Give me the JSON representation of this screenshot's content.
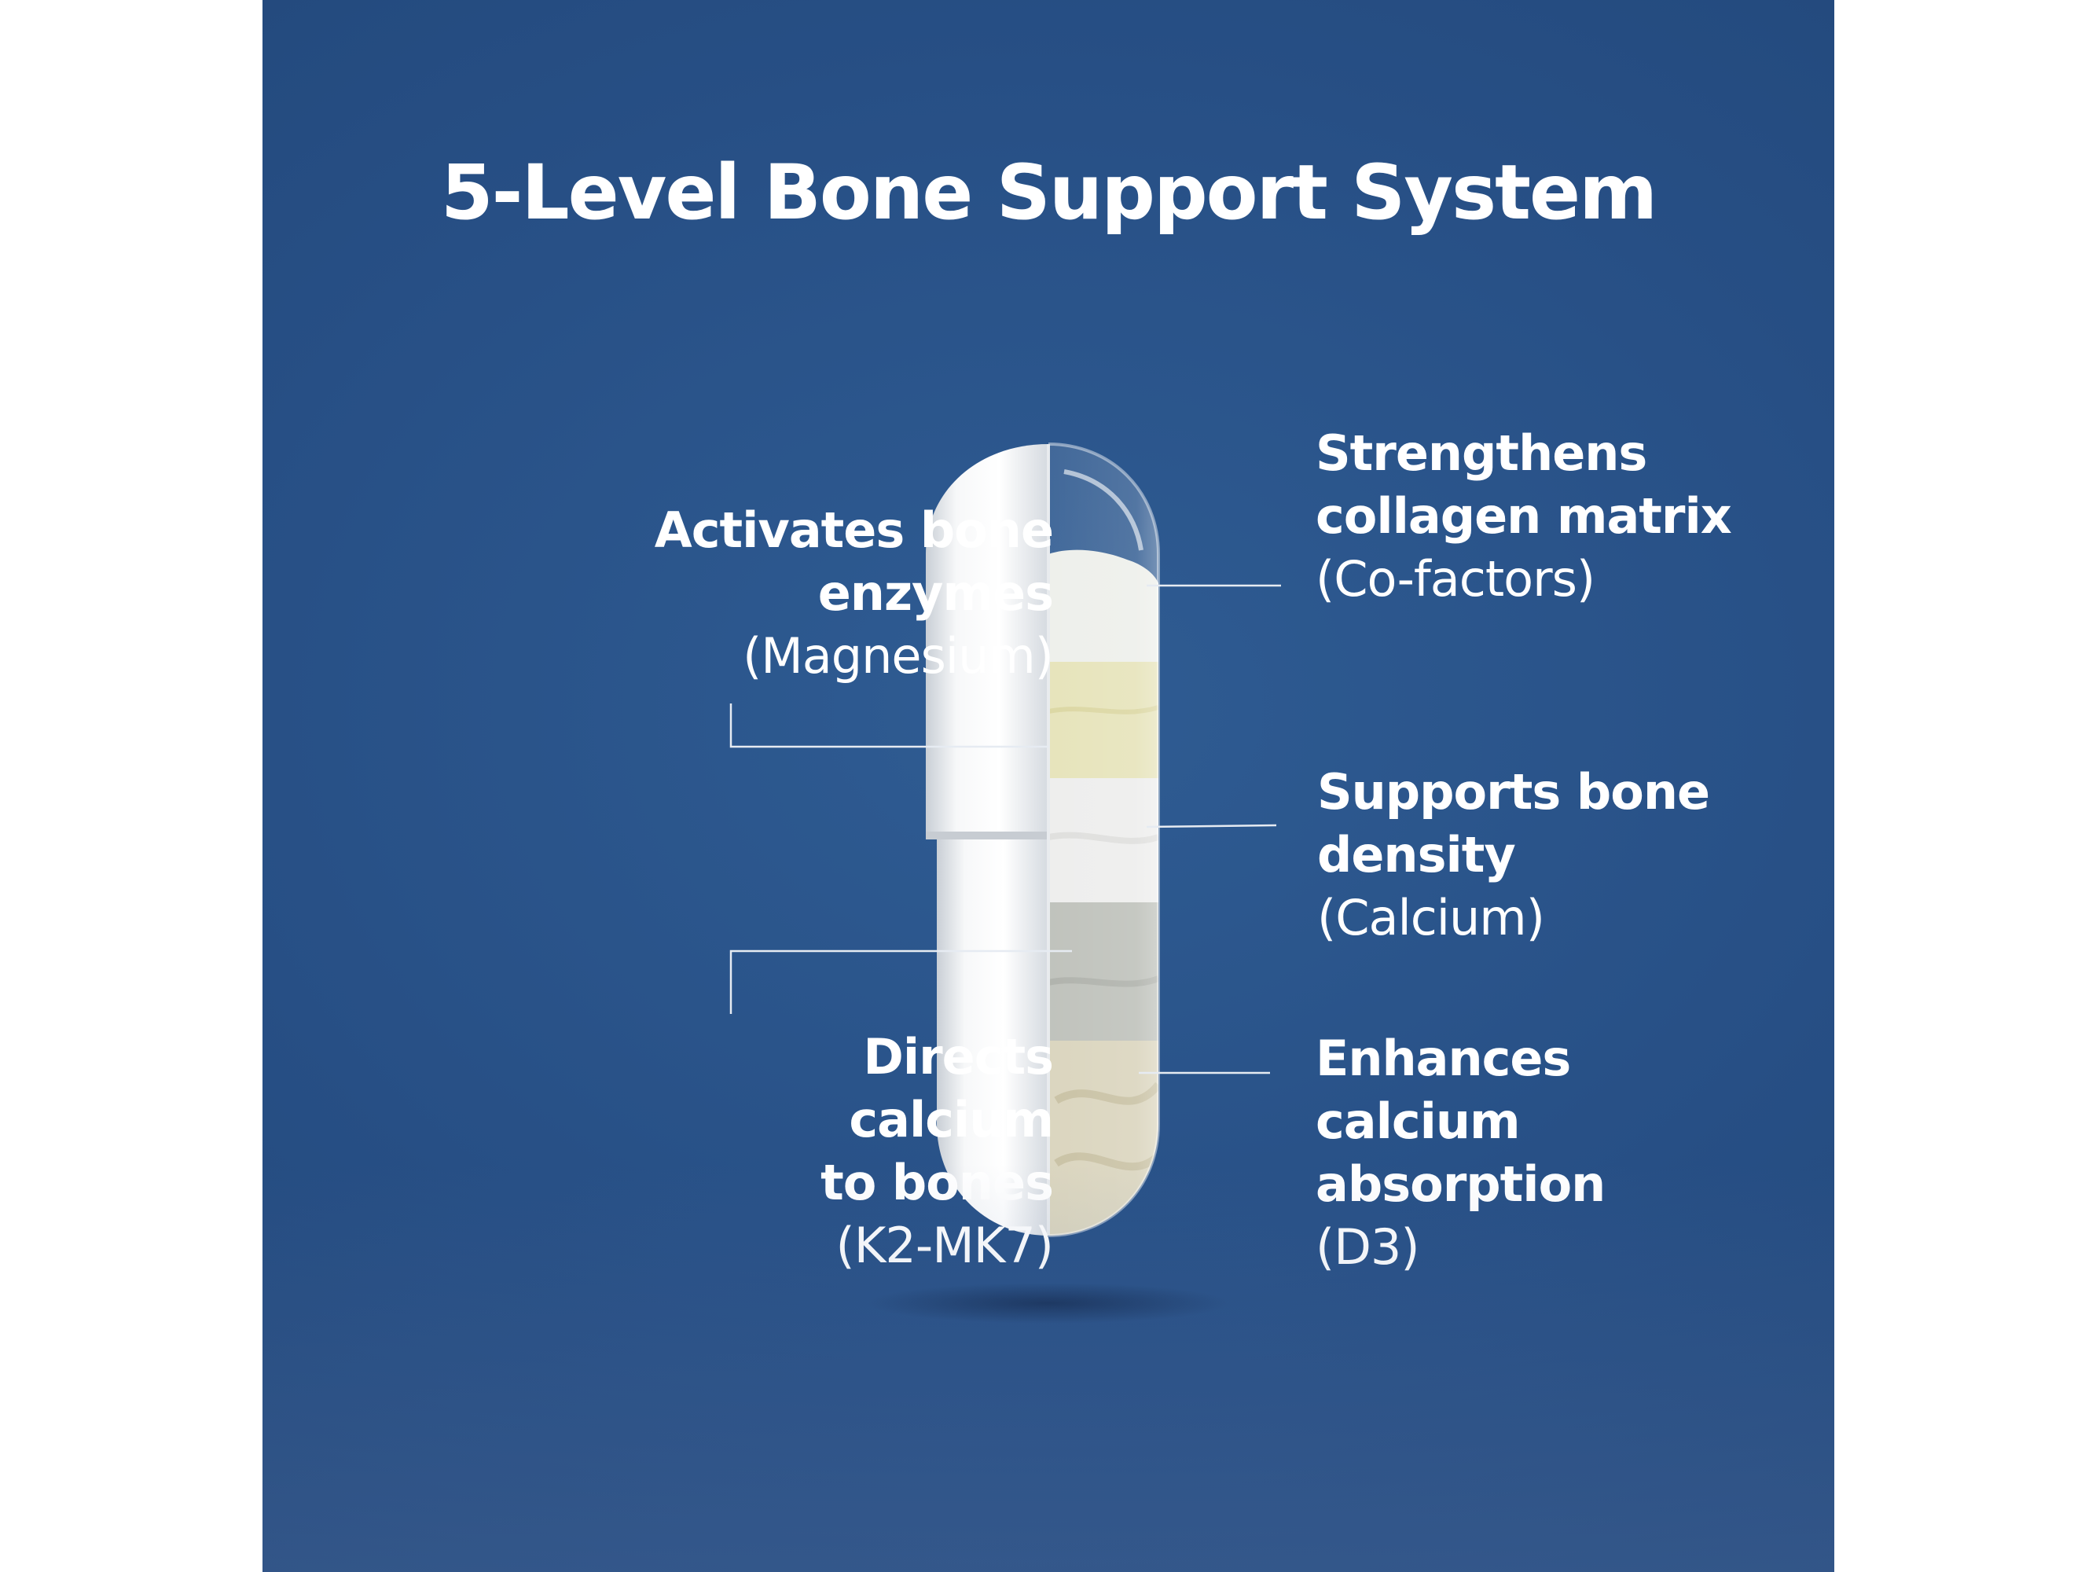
{
  "title": "5-Level Bone Support System",
  "colors": {
    "background": "#274f85",
    "text": "#ffffff",
    "capsule_shell": "#f1f3f5",
    "layer_cofactors": "#eceee9",
    "layer_magnesium": "#e4e1b4",
    "layer_calcium": "#ececeb",
    "layer_k2": "#b9bcb5",
    "layer_d3": "#d7d1b8"
  },
  "labels": {
    "magnesium": {
      "head": "Activates bone\nenzymes",
      "sub": "(Magnesium)"
    },
    "k2": {
      "head": "Directs\ncalcium\nto bones",
      "sub": "(K2-MK7)"
    },
    "cofactors": {
      "head": "Strengthens\ncollagen matrix",
      "sub": "(Co-factors)"
    },
    "calcium": {
      "head": "Supports bone\ndensity",
      "sub": "(Calcium)"
    },
    "d3": {
      "head": "Enhances\ncalcium\nabsorption",
      "sub": "(D3)"
    }
  }
}
